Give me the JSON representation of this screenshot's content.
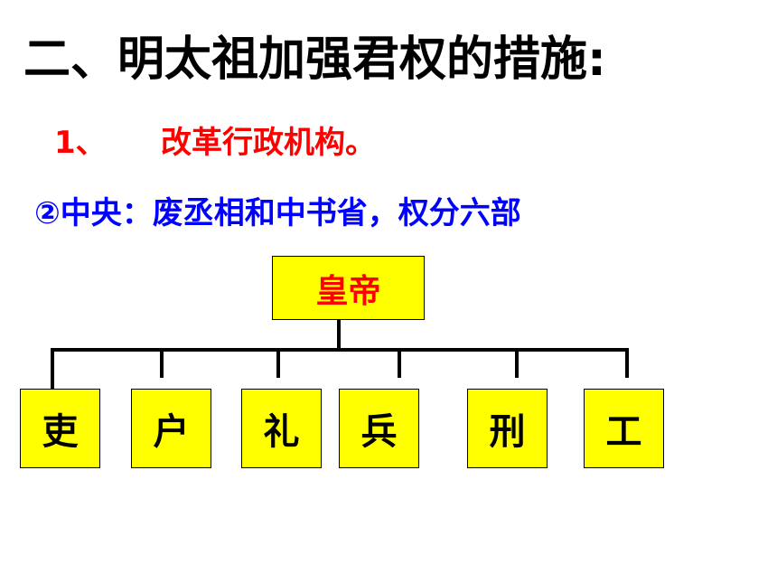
{
  "title": "二、明太祖加强君权的措施:",
  "subtitle": {
    "number": "1、",
    "text": "改革行政机构。"
  },
  "central": "②中央：废丞相和中书省，权分六部",
  "chart": {
    "emperor": "皇帝",
    "departments": [
      "吏",
      "户",
      "礼",
      "兵",
      "刑",
      "工"
    ],
    "colors": {
      "box_fill": "#ffff00",
      "emperor_text": "#ff0000",
      "lines": "#000000"
    }
  },
  "colors": {
    "subtitle": "#ff0000",
    "central": "#0000ff",
    "title": "#000000"
  }
}
